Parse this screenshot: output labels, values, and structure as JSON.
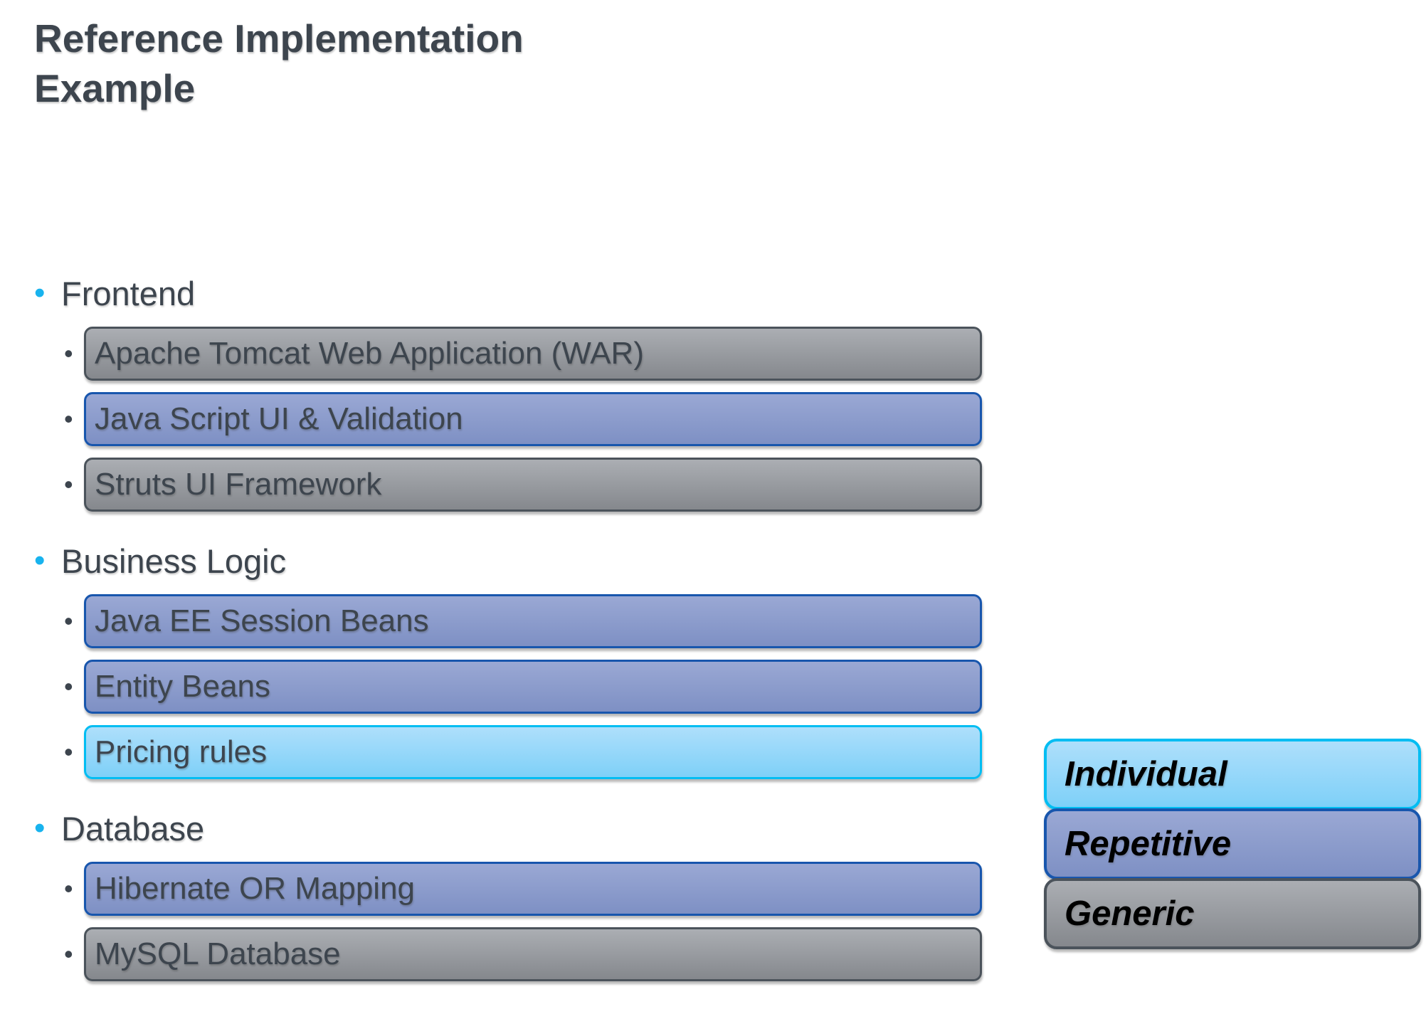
{
  "title": "Reference Implementation\nExample",
  "bullet": {
    "char": "•"
  },
  "colors": {
    "background": "#ffffff",
    "text": "#3d454e",
    "section_bullet": "#18b3ee",
    "item_bullet": "#3d454e",
    "legend_text": "#000000"
  },
  "categories": {
    "individual": {
      "border": "#00bdf2",
      "fill_top": "#aedffb",
      "fill_bottom": "#7ed0f8"
    },
    "repetitive": {
      "border": "#1856ad",
      "fill_top": "#9aa8d4",
      "fill_bottom": "#7e90c4"
    },
    "generic": {
      "border": "#4b535b",
      "fill_top": "#abaeb3",
      "fill_bottom": "#85888d"
    }
  },
  "sections": [
    {
      "label": "Frontend",
      "items": [
        {
          "text": "Apache Tomcat Web Application (WAR)",
          "category": "generic"
        },
        {
          "text": "Java Script UI & Validation",
          "category": "repetitive"
        },
        {
          "text": "Struts UI Framework",
          "category": "generic"
        }
      ]
    },
    {
      "label": "Business Logic",
      "items": [
        {
          "text": "Java EE Session Beans",
          "category": "repetitive"
        },
        {
          "text": "Entity Beans",
          "category": "repetitive"
        },
        {
          "text": "Pricing rules",
          "category": "individual"
        }
      ]
    },
    {
      "label": "Database",
      "items": [
        {
          "text": "Hibernate OR Mapping",
          "category": "repetitive"
        },
        {
          "text": "MySQL Database",
          "category": "generic"
        }
      ]
    }
  ],
  "legend": [
    {
      "label": "Individual",
      "category": "individual"
    },
    {
      "label": "Repetitive",
      "category": "repetitive"
    },
    {
      "label": "Generic",
      "category": "generic"
    }
  ]
}
